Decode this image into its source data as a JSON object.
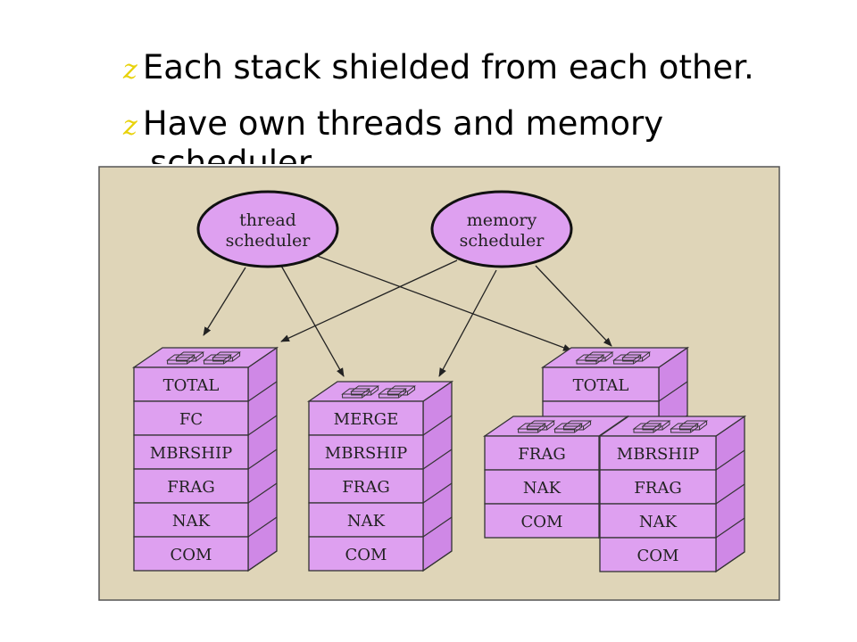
{
  "bullets": [
    {
      "mark": "z",
      "text": "Each stack shielded from each other."
    },
    {
      "mark": "z",
      "text": "Have own threads and memory"
    }
  ],
  "bullet_continuation": "scheduler.",
  "diagram": {
    "schedulers": [
      {
        "line1": "thread",
        "line2": "scheduler"
      },
      {
        "line1": "memory",
        "line2": "scheduler"
      }
    ],
    "stack1": [
      "TOTAL",
      "FC",
      "MBRSHIP",
      "FRAG",
      "NAK",
      "COM"
    ],
    "stack2": [
      "MERGE",
      "MBRSHIP",
      "FRAG",
      "NAK",
      "COM"
    ],
    "stack3_top": [
      "TOTAL"
    ],
    "stack3_left": [
      "FRAG",
      "NAK",
      "COM"
    ],
    "stack3_right": [
      "MBRSHIP",
      "FRAG",
      "NAK",
      "COM"
    ],
    "colors": {
      "panel": "#dfd5b8",
      "layer_face": "#dea0f0",
      "layer_side": "#cf88e6",
      "stroke": "#333333"
    }
  }
}
